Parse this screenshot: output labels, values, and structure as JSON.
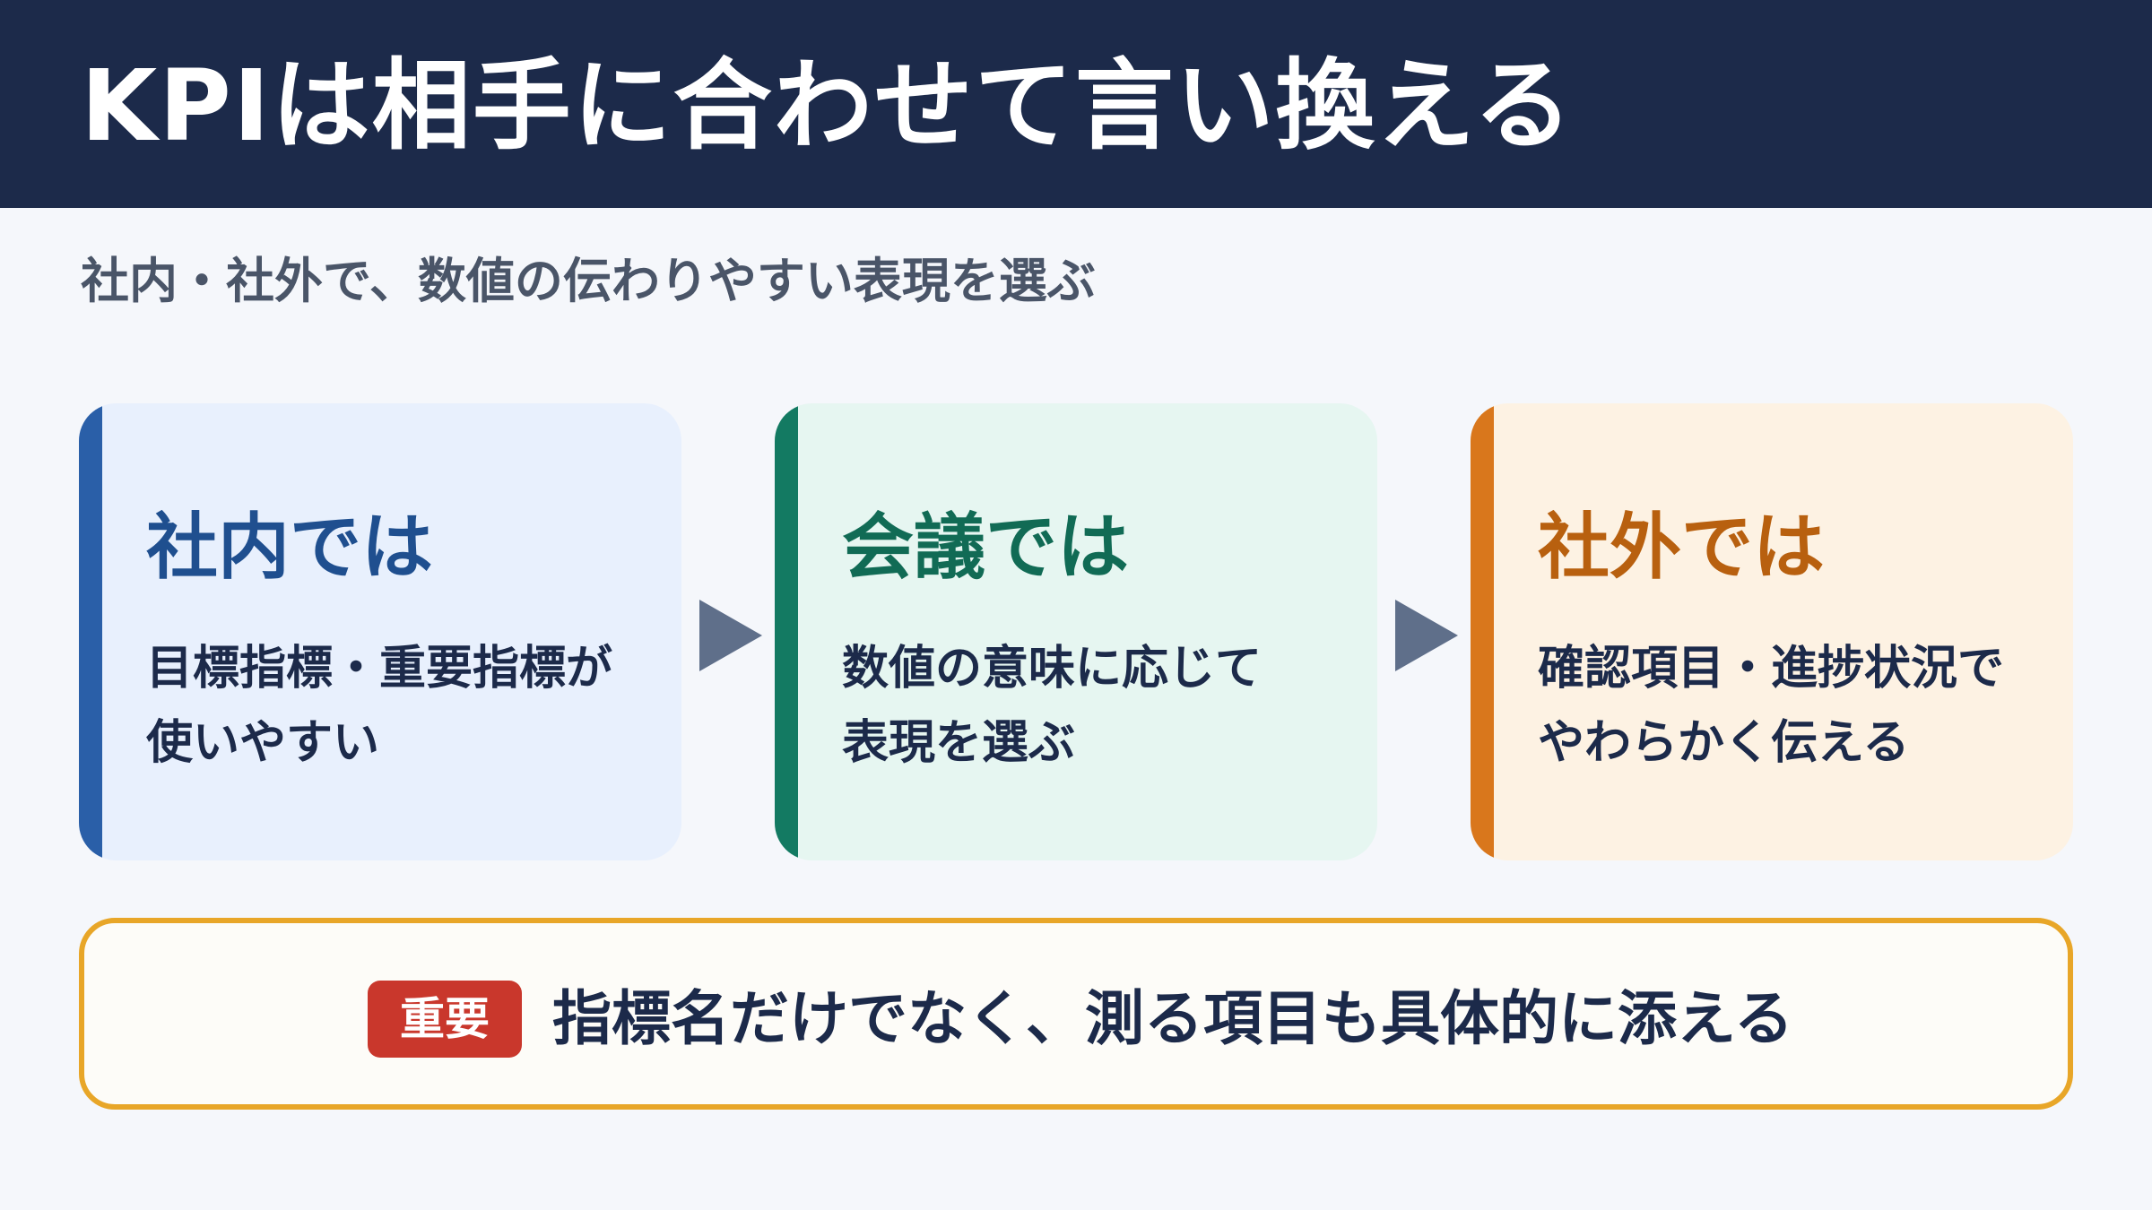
{
  "header": {
    "title": "KPIは相手に合わせて言い換える"
  },
  "subtitle": "社内・社外で、数値の伝わりやすい表現を選ぶ",
  "cards": [
    {
      "title": "社内では",
      "body_lines": [
        "目標指標・重要指標が",
        "使いやすい"
      ],
      "accent_color": "#2a5fa8"
    },
    {
      "title": "会議では",
      "body_lines": [
        "数値の意味に応じて",
        "表現を選ぶ"
      ],
      "accent_color": "#137a62"
    },
    {
      "title": "社外では",
      "body_lines": [
        "確認項目・進捗状況で",
        "やわらかく伝える"
      ],
      "accent_color": "#d9771c"
    }
  ],
  "arrows": [
    "arrow-right-icon",
    "arrow-right-icon"
  ],
  "callout": {
    "badge": "重要",
    "text": "指標名だけでなく、測る項目も具体的に添える",
    "border_color": "#e8a628",
    "badge_color": "#c9372c"
  }
}
